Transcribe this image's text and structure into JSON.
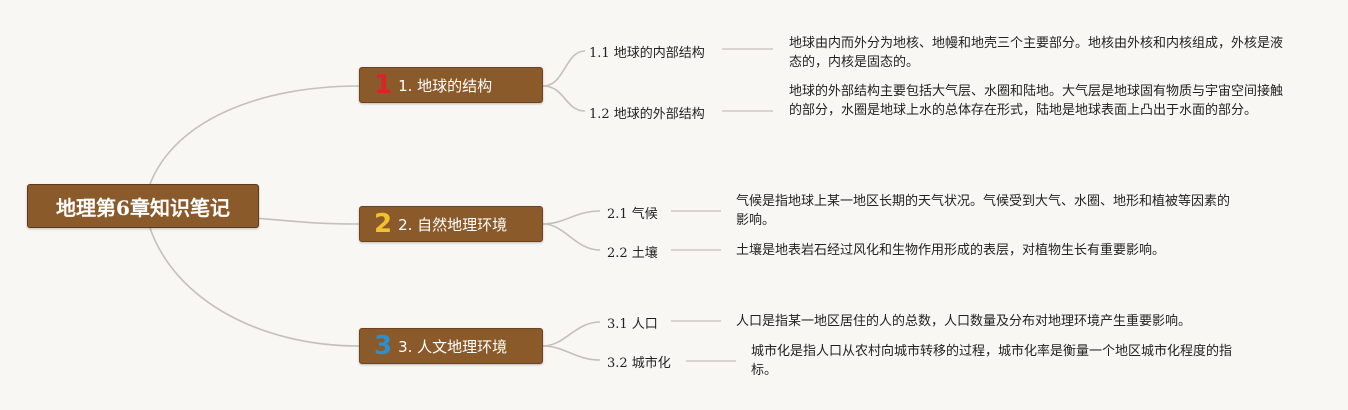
{
  "root": {
    "title": "地理第6章知识笔记"
  },
  "branches": [
    {
      "num": "1",
      "num_color": "#d7262b",
      "label": "1. 地球的结构",
      "subs": [
        {
          "label": "1.1 地球的内部结构",
          "desc": "地球由内而外分为地核、地幔和地壳三个主要部分。地核由外核和内核组成，外核是液态的，内核是固态的。"
        },
        {
          "label": "1.2 地球的外部结构",
          "desc": "地球的外部结构主要包括大气层、水圈和陆地。大气层是地球固有物质与宇宙空间接触的部分，水圈是地球上水的总体存在形式，陆地是地球表面上凸出于水面的部分。"
        }
      ]
    },
    {
      "num": "2",
      "num_color": "#f2c12e",
      "label": "2. 自然地理环境",
      "subs": [
        {
          "label": "2.1 气候",
          "desc": "气候是指地球上某一地区长期的天气状况。气候受到大气、水圈、地形和植被等因素的影响。"
        },
        {
          "label": "2.2 土壤",
          "desc": "土壤是地表岩石经过风化和生物作用形成的表层，对植物生长有重要影响。"
        }
      ]
    },
    {
      "num": "3",
      "num_color": "#2b8fd0",
      "label": "3. 人文地理环境",
      "subs": [
        {
          "label": "3.1 人口",
          "desc": "人口是指某一地区居住的人的总数，人口数量及分布对地理环境产生重要影响。"
        },
        {
          "label": "3.2 城市化",
          "desc": "城市化是指人口从农村向城市转移的过程，城市化率是衡量一个地区城市化程度的指标。"
        }
      ]
    }
  ]
}
